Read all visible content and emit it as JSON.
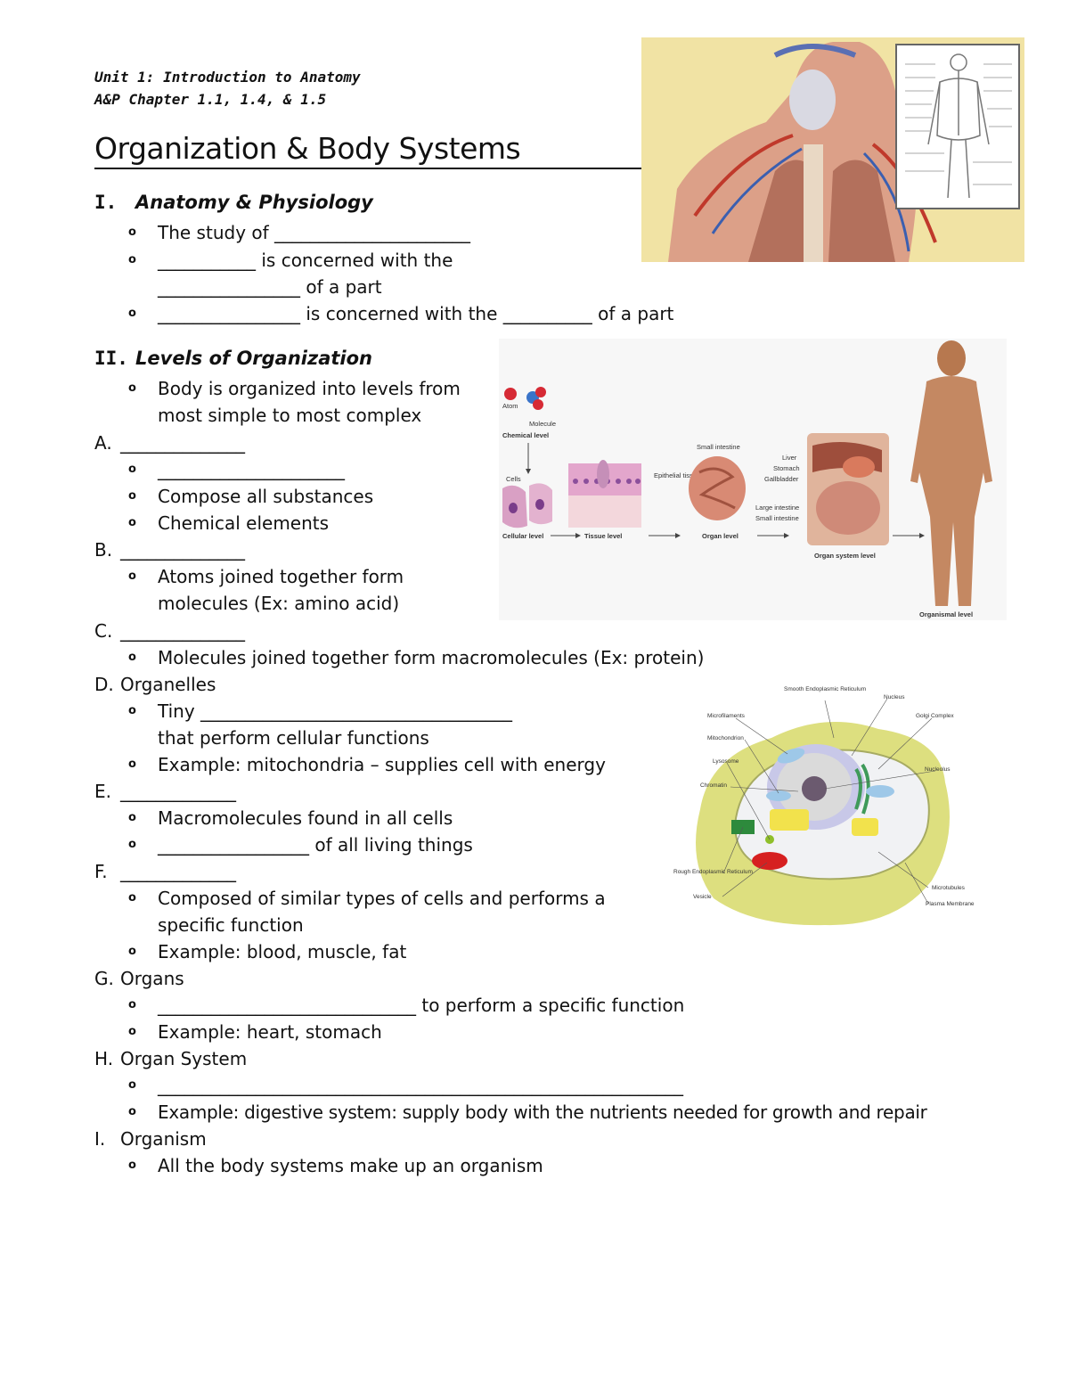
{
  "header": {
    "unit": "Unit 1: Introduction to Anatomy",
    "chapter": "A&P Chapter 1.1, 1.4, & 1.5",
    "title": "Organization & Body Systems"
  },
  "section1": {
    "num": "I.",
    "heading": "Anatomy & Physiology",
    "b1": "The study of ______________________",
    "b2a": "___________ is concerned with the",
    "b2b": "________________ of a part",
    "b3": "________________ is concerned with the __________ of a part"
  },
  "section2": {
    "num": "II.",
    "heading": "Levels of Organization",
    "intro1": "Body is organized into levels from",
    "intro2": "most simple to most complex",
    "A": "A.",
    "A_text": "______________",
    "A_b1": "_____________________",
    "A_b2": "Compose all substances",
    "A_b3": "Chemical elements",
    "B": "B.",
    "B_text": "______________",
    "B_b1a": "Atoms joined together form",
    "B_b1b": "molecules (Ex: amino acid)",
    "C": "C.",
    "C_text": "______________",
    "C_b1": "Molecules joined together form macromolecules (Ex: protein)",
    "D": "D.",
    "D_text": "Organelles",
    "D_b1a": "Tiny ___________________________________",
    "D_b1b": "that perform cellular functions",
    "D_b2": "Example: mitochondria – supplies cell with energy",
    "E": "E.",
    "E_text": "_____________",
    "E_b1": "Macromolecules found in all cells",
    "E_b2": "_________________ of all living things",
    "F": "F.",
    "F_text": "_____________",
    "F_b1a": "Composed of similar types of cells and performs a",
    "F_b1b": "specific function",
    "F_b2": "Example: blood, muscle, fat",
    "G": "G.",
    "G_text": "Organs",
    "G_b1": "_____________________________ to perform a specific function",
    "G_b2": "Example: heart, stomach",
    "H": "H.",
    "H_text": "Organ System",
    "H_b1": "___________________________________________________________",
    "H_b2": "Example: digestive system: supply body with the nutrients needed for growth and repair",
    "I": "I.",
    "I_text": "Organism",
    "I_b1": "All the body systems make up an organism"
  },
  "bullet_glyph": "o",
  "figure_levels": {
    "atom": "Atom",
    "molecule": "Molecule",
    "chemical_level": "Chemical level",
    "cells": "Cells",
    "epithelial_tissue": "Epithelial tissue",
    "cellular_level": "Cellular level",
    "tissue_level": "Tissue level",
    "small_intestine": "Small intestine",
    "organ_level": "Organ level",
    "liver": "Liver",
    "stomach": "Stomach",
    "gallbladder": "Gallbladder",
    "large_intestine": "Large intestine",
    "small_intestine2": "Small intestine",
    "organ_system_level": "Organ system level",
    "organismal_level": "Organismal level"
  },
  "figure_cell": {
    "smooth_er": "Smooth Endoplasmic Reticulum",
    "nucleus": "Nucleus",
    "microfilaments": "Microfilaments",
    "golgi": "Golgi Complex",
    "mitochondrion": "Mitochondrion",
    "lysosome": "Lysosome",
    "nucleolus": "Nucleolus",
    "chromatin": "Chromatin",
    "rough_er": "Rough Endoplasmic Reticulum",
    "vesicle": "Vesicle",
    "microtubules": "Microtubules",
    "plasma_membrane": "Plasma Membrane"
  }
}
